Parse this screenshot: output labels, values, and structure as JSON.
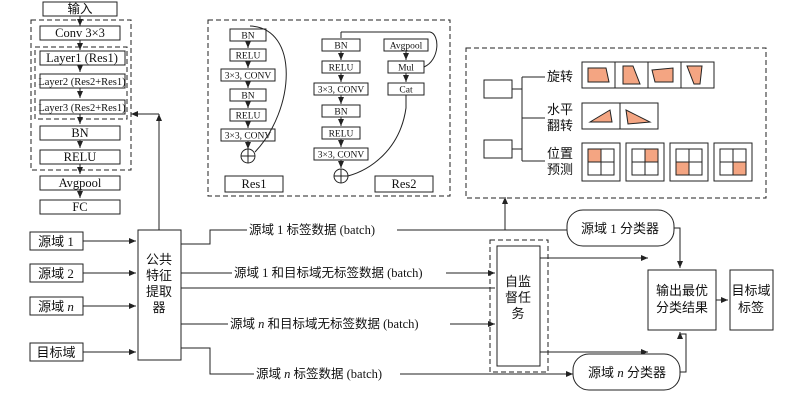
{
  "network": {
    "input": "输入",
    "conv": "Conv 3×3",
    "layer1": "Layer1 (Res1)",
    "layer2": "Layer2 (Res2+Res1)",
    "layer3": "Layer3 (Res2+Res1)",
    "bn": "BN",
    "relu": "RELU",
    "avgpool": "Avgpool",
    "fc": "FC"
  },
  "res1": {
    "items": [
      "BN",
      "RELU",
      "3×3, CONV",
      "BN",
      "RELU",
      "3×3, CONV"
    ],
    "label": "Res1"
  },
  "res2": {
    "left_items": [
      "BN",
      "RELU",
      "3×3, CONV",
      "BN",
      "RELU",
      "3×3, CONV"
    ],
    "right_items": [
      "Avgpool",
      "Mul",
      "Cat"
    ],
    "label": "Res2"
  },
  "augment": {
    "rotate": "旋转",
    "flip_l1": "水平",
    "flip_l2": "翻转",
    "pos_l1": "位置",
    "pos_l2": "预测"
  },
  "domains": {
    "src1": "源域 1",
    "src2": "源域 2",
    "srcn_prefix": "源域 ",
    "srcn_italic": "n",
    "target": "目标域"
  },
  "extractor": [
    "公共",
    "特征",
    "提取",
    "器"
  ],
  "flows": {
    "f1": "源域 1 标签数据 (batch)",
    "f2": "源域 1 和目标域无标签数据 (batch)",
    "f3_prefix": "源域 ",
    "f3_italic": "n",
    "f3_suffix": " 和目标域无标签数据 (batch)",
    "f4_prefix": "源域 ",
    "f4_italic": "n",
    "f4_suffix": " 标签数据 (batch)"
  },
  "self_supervised": [
    "自监",
    "督任",
    "务"
  ],
  "classifiers": {
    "c1": "源域 1 分类器",
    "cn_prefix": "源域 ",
    "cn_italic": "n",
    "cn_suffix": " 分类器"
  },
  "output": [
    "输出最优",
    "分类结果"
  ],
  "target_label": [
    "目标域",
    "标签"
  ]
}
